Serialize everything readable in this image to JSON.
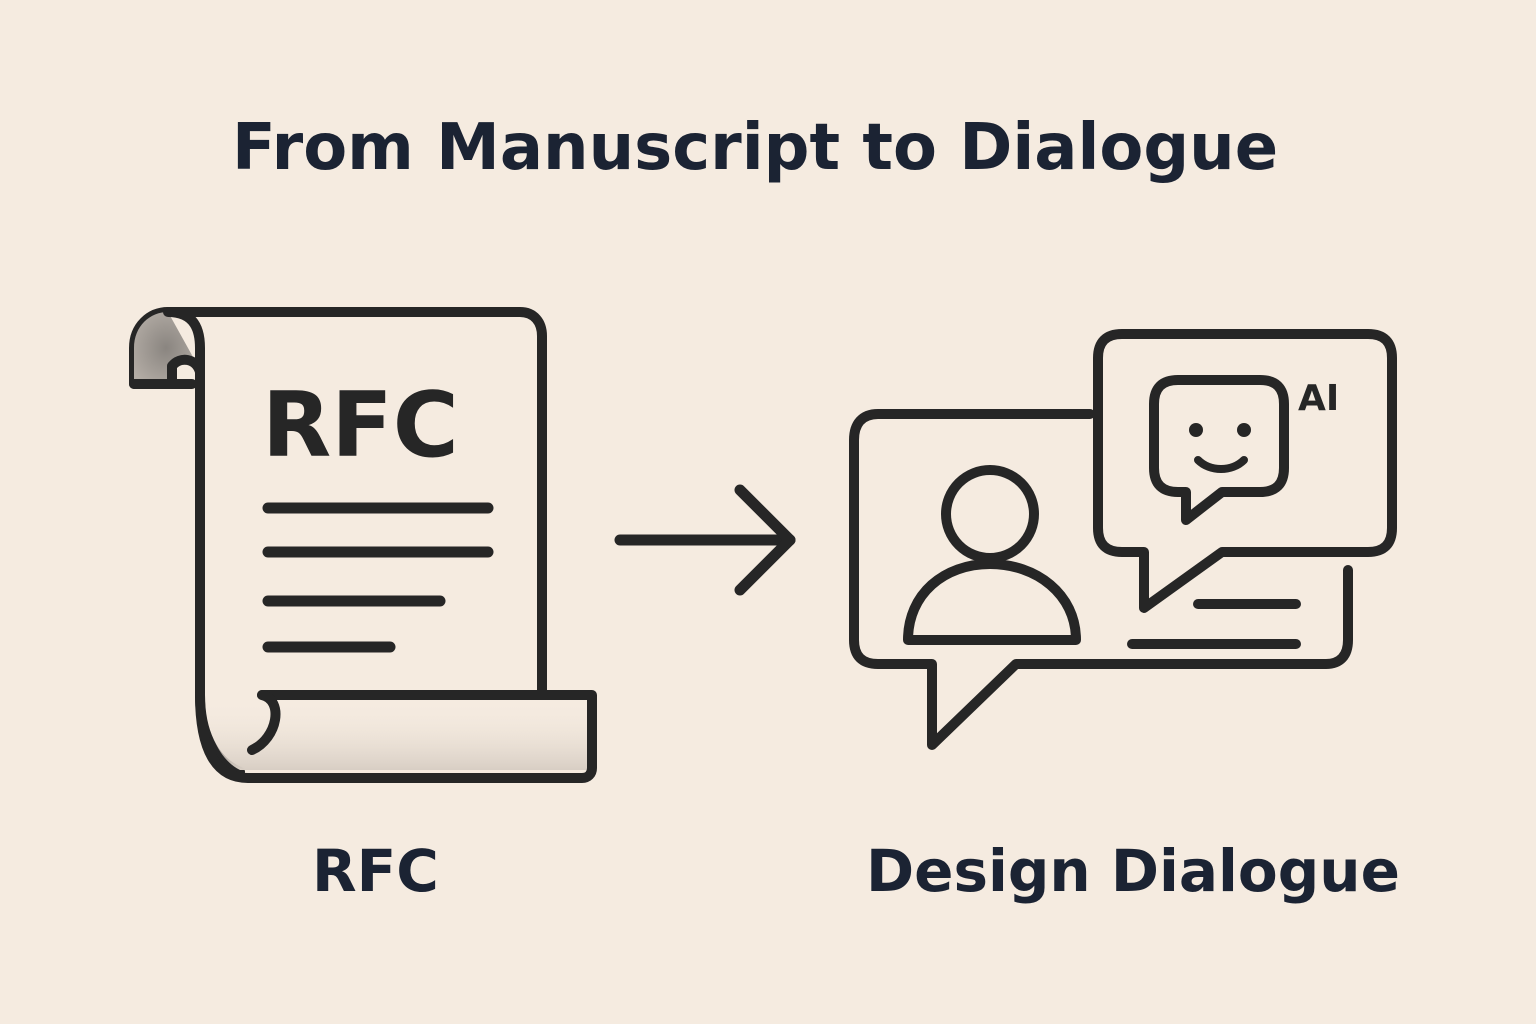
{
  "title": "From Manuscript to Dialogue",
  "left": {
    "icon": "scroll-document-icon",
    "document_label": "RFC",
    "caption": "RFC"
  },
  "arrow": {
    "icon": "right-arrow-icon"
  },
  "right": {
    "icons": [
      "chat-bubble-icon",
      "user-icon",
      "ai-chat-bubble-icon",
      "smiley-icon"
    ],
    "ai_label": "AI",
    "caption": "Design Dialogue"
  },
  "colors": {
    "background": "#f5ebe0",
    "ink": "#262626",
    "text": "#1b2333"
  }
}
